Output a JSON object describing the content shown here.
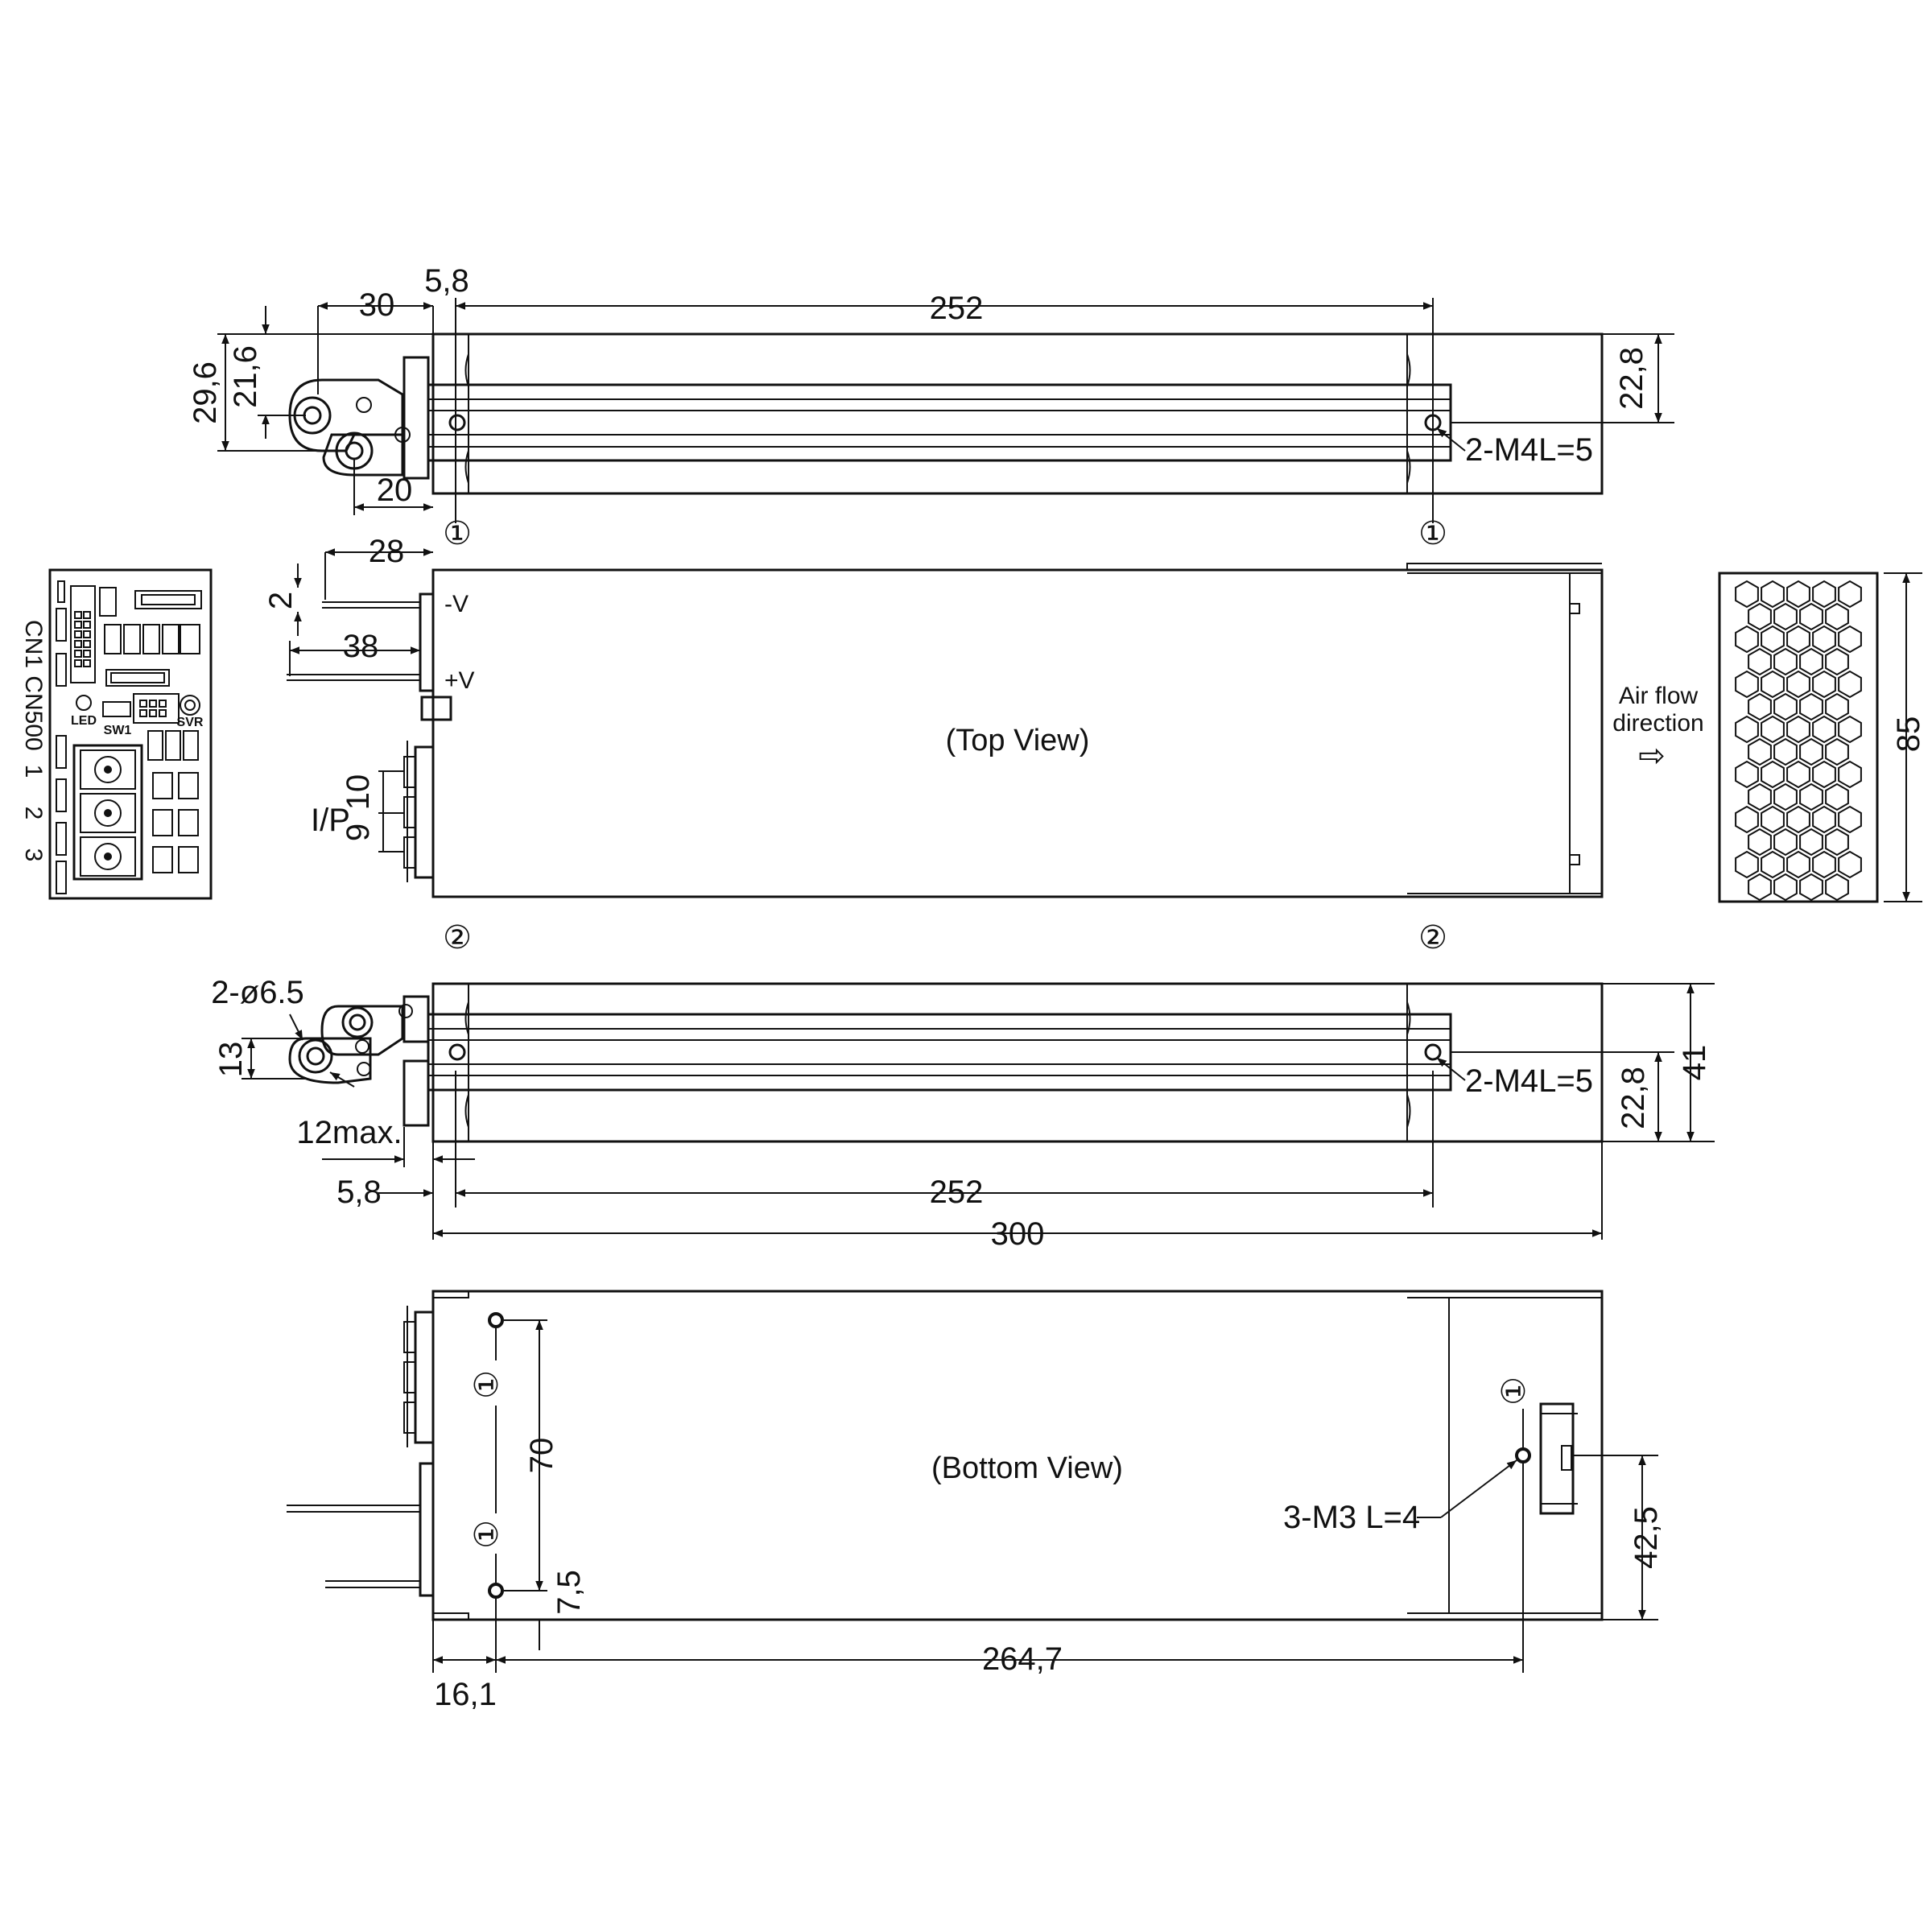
{
  "side_view_top": {
    "dim_30": "30",
    "dim_5_8": "5,8",
    "dim_252": "252",
    "dim_29_6": "29,6",
    "dim_21_6": "21,6",
    "dim_20": "20",
    "dim_22_8": "22,8",
    "screw_note": "2-M4L=5",
    "marker_left": "①",
    "marker_right": "①"
  },
  "top_view": {
    "title": "(Top View)",
    "dim_28": "28",
    "dim_2": "2",
    "dim_38": "38",
    "neg_label": "-V",
    "pos_label": "+V",
    "dim_10": "10",
    "dim_9": "9",
    "ip_label": "I/P",
    "airflow_line1": "Air flow",
    "airflow_line2": "direction",
    "airflow_arrow": "⇨",
    "dim_85": "85"
  },
  "pcb_panel": {
    "cn1": "CN1",
    "cn500": "CN500",
    "pin1": "1",
    "pin2": "2",
    "pin3": "3",
    "led": "LED",
    "sw1": "SW1",
    "svr": "SVR"
  },
  "side_view_bottom": {
    "hole_note": "2-ø6.5",
    "dim_13": "13",
    "dim_12max": "12max.",
    "dim_5_8": "5,8",
    "dim_252": "252",
    "dim_300": "300",
    "dim_41": "41",
    "dim_22_8": "22,8",
    "screw_note": "2-M4L=5",
    "marker_left": "②",
    "marker_right": "②"
  },
  "bottom_view": {
    "title": "(Bottom View)",
    "dim_70": "70",
    "dim_7_5": "7,5",
    "dim_16_1": "16,1",
    "dim_264_7": "264,7",
    "dim_42_5": "42,5",
    "screw_note": "3-M3 L=4",
    "marker_a": "①",
    "marker_b": "①",
    "marker_c": "①"
  }
}
